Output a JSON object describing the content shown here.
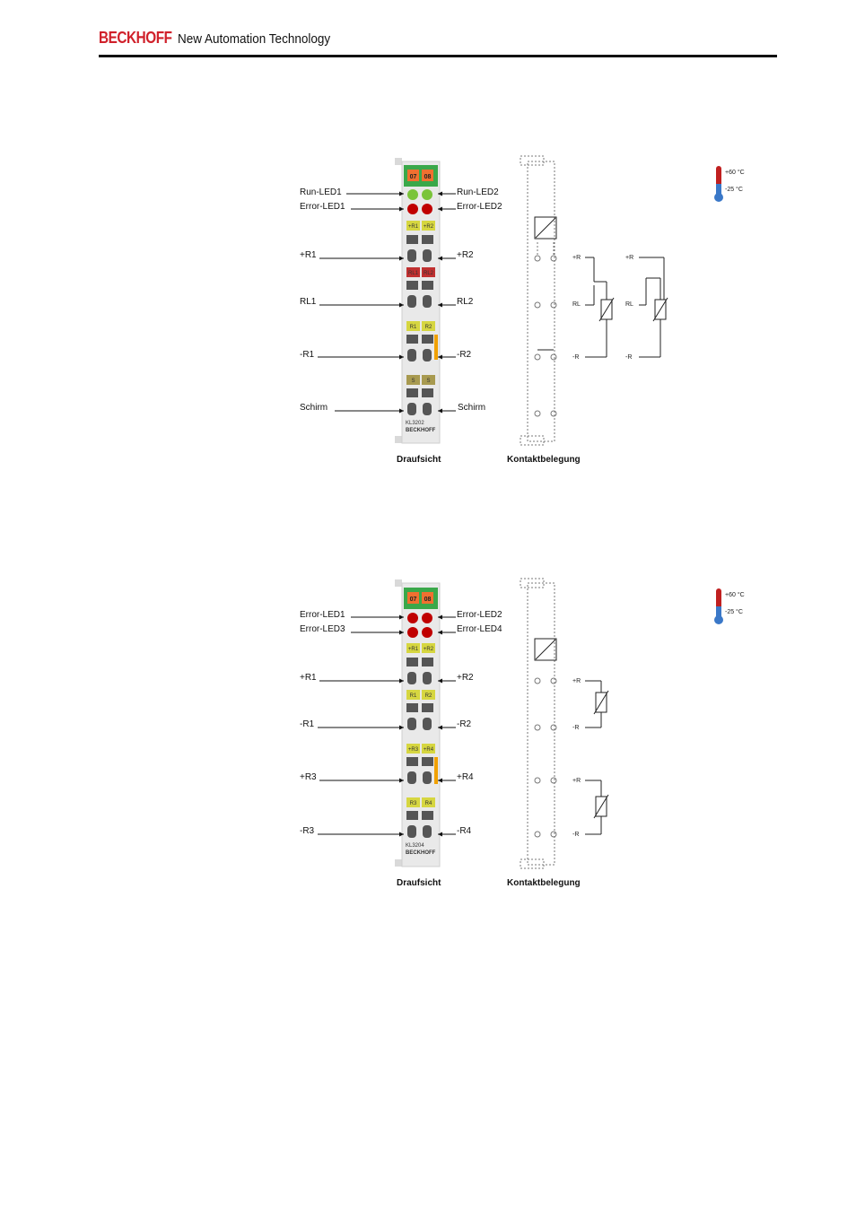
{
  "header": {
    "brand": "BECKHOFF",
    "tagline": "New Automation Technology"
  },
  "figure1": {
    "leds_top": [
      "07",
      "08"
    ],
    "left_labels": [
      "Run-LED1",
      "Error-LED1",
      "+R1",
      "RL1",
      "-R1",
      "Schirm"
    ],
    "right_labels": [
      "Run-LED2",
      "Error-LED2",
      "+R2",
      "RL2",
      "-R2",
      "Schirm"
    ],
    "blocks": [
      [
        "+R1",
        "+R2"
      ],
      [
        "RL1",
        "RL2"
      ],
      [
        "R1",
        "R2"
      ],
      [
        "S",
        "S"
      ]
    ],
    "model": "KL3202",
    "maker": "BECKHOFF",
    "caption_left": "Draufsicht",
    "caption_right": "Kontaktbelegung",
    "wiring": [
      "+R",
      "RL",
      "-R",
      "+R",
      "RL",
      "-R"
    ],
    "temp_high": "+60 °C",
    "temp_low": "-25 °C"
  },
  "figure2": {
    "leds_top": [
      "07",
      "08"
    ],
    "left_labels": [
      "Error-LED1",
      "Error-LED3",
      "+R1",
      "-R1",
      "+R3",
      "-R3"
    ],
    "right_labels": [
      "Error-LED2",
      "Error-LED4",
      "+R2",
      "-R2",
      "+R4",
      "-R4"
    ],
    "blocks": [
      [
        "+R1",
        "+R2"
      ],
      [
        "R1",
        "R2"
      ],
      [
        "+R3",
        "+R4"
      ],
      [
        "R3",
        "R4"
      ]
    ],
    "model": "KL3204",
    "maker": "BECKHOFF",
    "caption_left": "Draufsicht",
    "caption_right": "Kontaktbelegung",
    "wiring": [
      "+R",
      "-R",
      "+R",
      "-R"
    ],
    "temp_high": "+60 °C",
    "temp_low": "-25 °C"
  },
  "colors": {
    "brand_red": "#d0202a",
    "led_green": "#7ac43a",
    "led_red": "#c00000",
    "block_yellow": "#d6d640",
    "block_red": "#c03030",
    "block_olive": "#a89a50",
    "terminal_green": "#3aa84a"
  }
}
